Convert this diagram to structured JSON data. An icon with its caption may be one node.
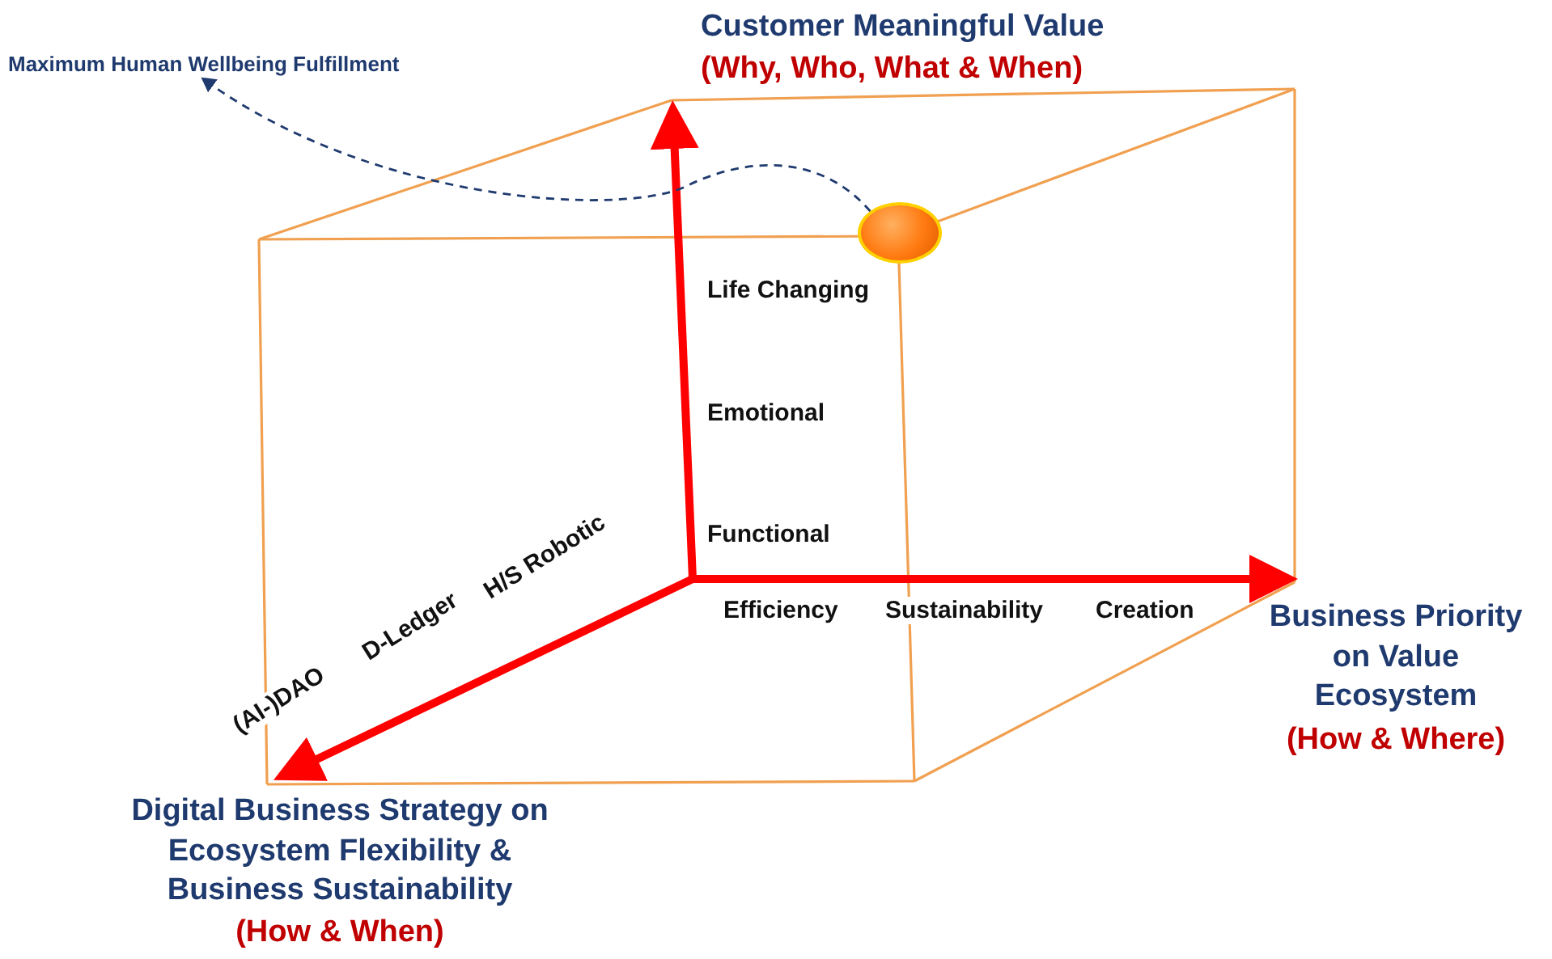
{
  "diagram": {
    "nodes": [
      {
        "text": [
          "Maximum Human Wellbeing Fulfillment"
        ]
      },
      {
        "text": [],
        "shape": "circle"
      }
    ],
    "edges": [
      {
        "from": 1,
        "to": 0,
        "arrow": "to",
        "style": "dashed"
      }
    ],
    "labels": [
      "Customer Meaningful Value",
      "(Why, Who, What & When)",
      "Life Changing",
      "Emotional",
      "Functional",
      "(AI-)DAO",
      "D-Ledger",
      "H/S Robotic",
      "Efficiency",
      "Sustainability",
      "Creation",
      "Business Priority on Value Ecosystem",
      "(How & Where)",
      "Digital Business Strategy on Ecosystem Flexibility & Business Sustainability",
      "(How & When)"
    ]
  }
}
